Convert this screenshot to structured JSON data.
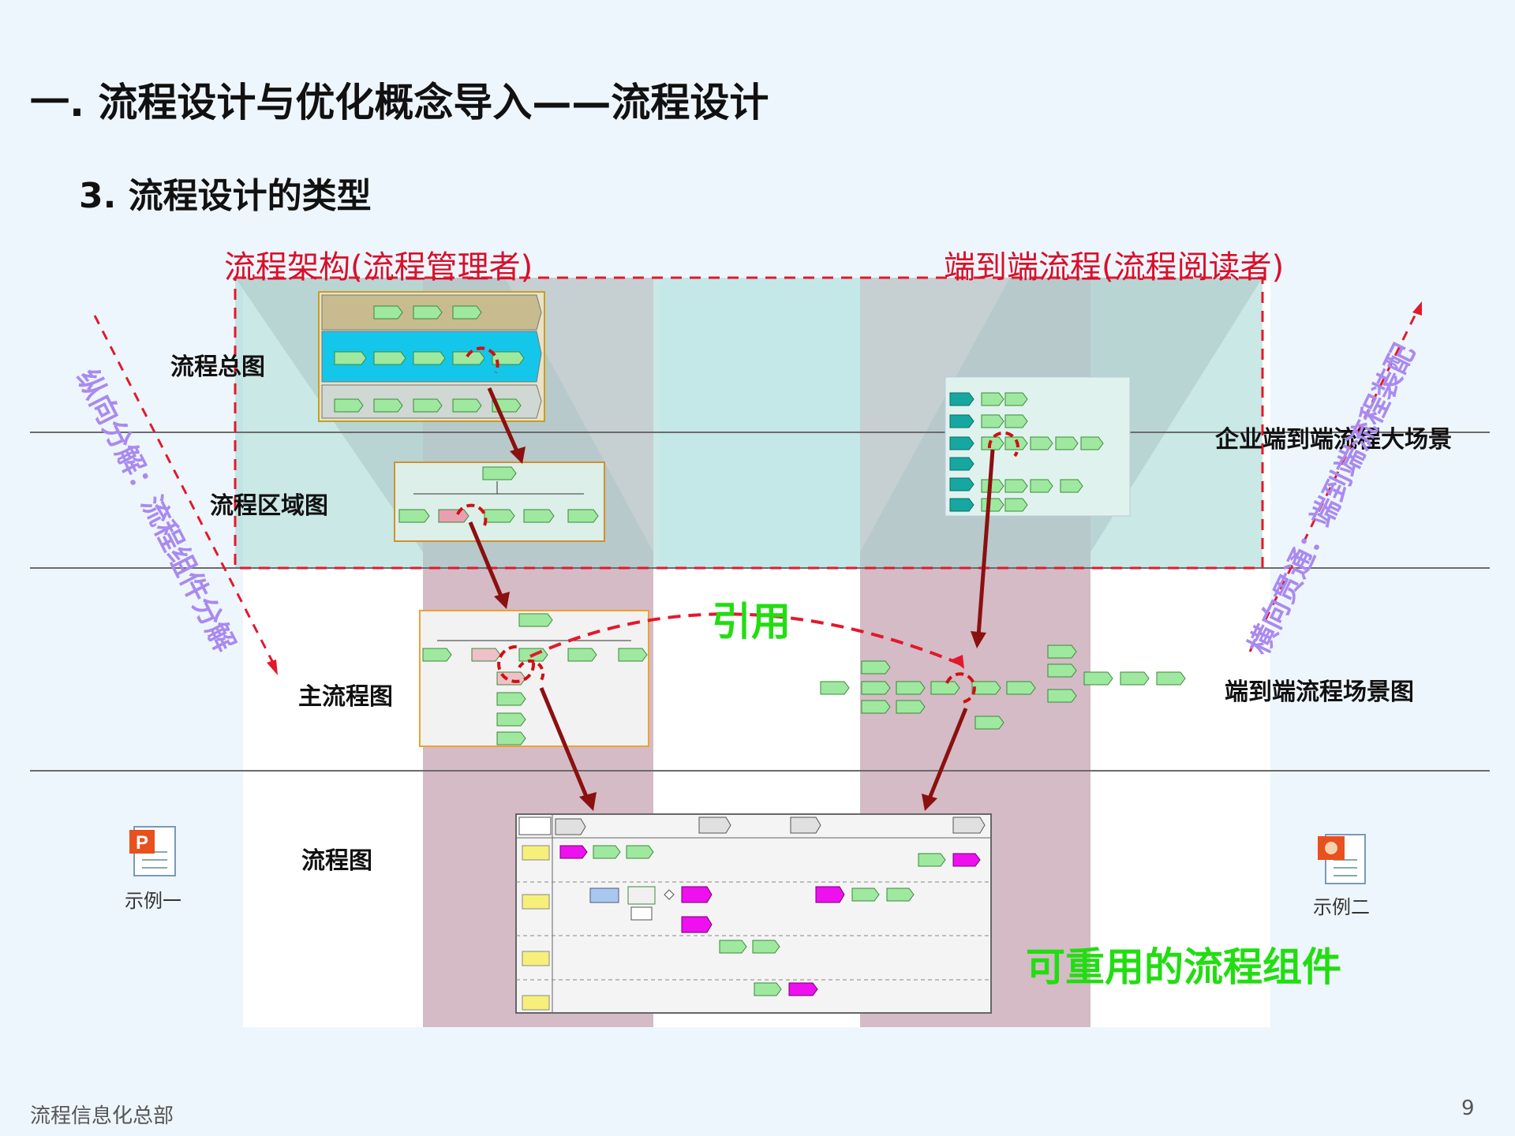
{
  "slide": {
    "title": "一. 流程设计与优化概念导入——流程设计",
    "subtitle": "3. 流程设计的类型",
    "footer": "流程信息化总部",
    "page_number": "9"
  },
  "headers": {
    "left": "流程架构(流程管理者)",
    "right": "端到端流程(流程阅读者)"
  },
  "rows": {
    "overview": "流程总图",
    "area": "流程区域图",
    "main": "主流程图",
    "flow": "流程图",
    "e2e_enterprise": "企业端到端流程大场景",
    "e2e_scene": "端到端流程场景图"
  },
  "side_labels": {
    "left": "纵向分解：流程组件分解",
    "right": "横向贯通：端到端流程装配"
  },
  "callouts": {
    "reference": "引用",
    "reusable": "可重用的流程组件"
  },
  "examples": {
    "one": "示例一",
    "two": "示例二"
  },
  "colors": {
    "red": "#d8102a",
    "green": "#22dd11",
    "purple": "#a98af0",
    "teal_band": "#9fd6cf",
    "pink_band": "#f6c4d0",
    "arrow": "#8b1010"
  }
}
